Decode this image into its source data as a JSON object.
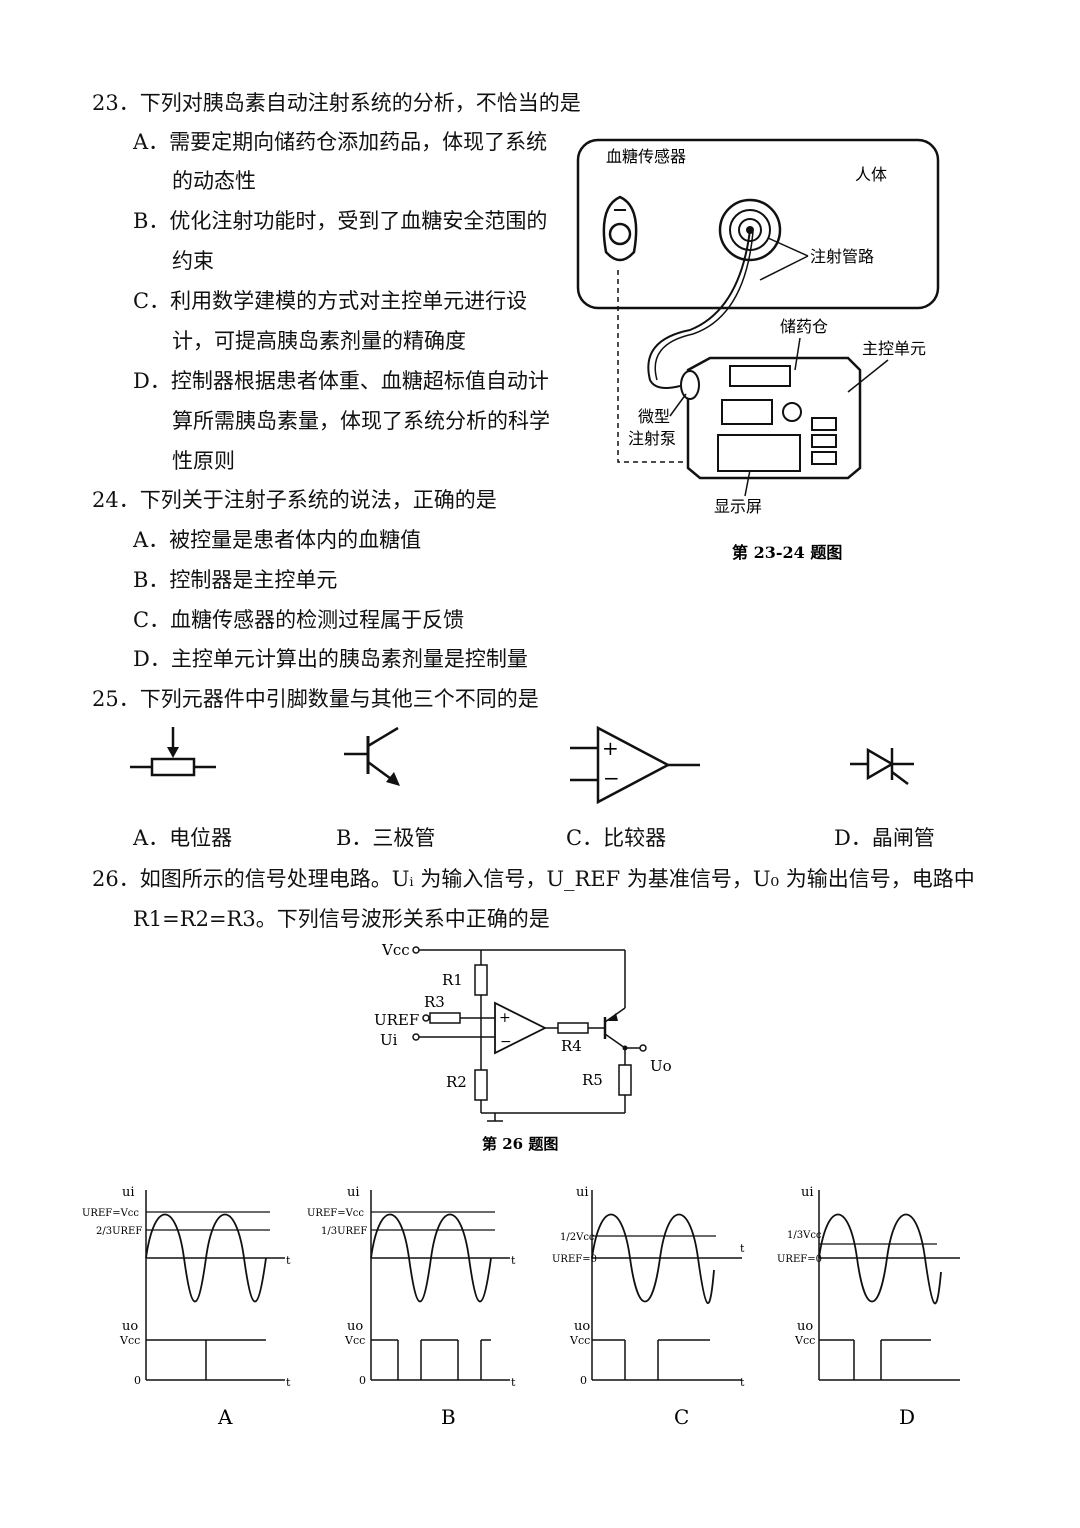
{
  "q23": {
    "stem": "23．下列对胰岛素自动注射系统的分析，不恰当的是",
    "a1": "A．需要定期向储药仓添加药品，体现了系统",
    "a2": "的动态性",
    "b1": "B．优化注射功能时，受到了血糖安全范围的",
    "b2": "约束",
    "c1": "C．利用数学建模的方式对主控单元进行设",
    "c2": "计，可提高胰岛素剂量的精确度",
    "d1": "D．控制器根据患者体重、血糖超标值自动计",
    "d2": "算所需胰岛素量，体现了系统分析的科学",
    "d3": "性原则"
  },
  "q24": {
    "stem": "24．下列关于注射子系统的说法，正确的是",
    "a": "A．被控量是患者体内的血糖值",
    "b": "B．控制器是主控单元",
    "c": "C．血糖传感器的检测过程属于反馈",
    "d": "D．主控单元计算出的胰岛素剂量是控制量"
  },
  "fig2324": {
    "sensor": "血糖传感器",
    "body": "人体",
    "pipe": "注射管路",
    "storage": "储药仓",
    "main_unit": "主控单元",
    "pump1": "微型",
    "pump2": "注射泵",
    "screen": "显示屏",
    "caption": "第 23-24 题图"
  },
  "q25": {
    "stem": "25．下列元器件中引脚数量与其他三个不同的是",
    "a": "A．电位器",
    "b": "B．三极管",
    "c": "C．比较器",
    "d": "D．晶闸管",
    "plus": "+",
    "minus": "−"
  },
  "q26": {
    "stem1": "26．如图所示的信号处理电路。Uᵢ 为输入信号，U_REF 为基准信号，U₀ 为输出信号，电路中",
    "stem2": "R1=R2=R3。下列信号波形关系中正确的是"
  },
  "circuit": {
    "vcc": "Vcc",
    "r1": "R1",
    "r2": "R2",
    "r3": "R3",
    "r4": "R4",
    "r5": "R5",
    "uref": "UREF",
    "ui": "Ui",
    "uo": "Uo",
    "plus": "+",
    "minus": "−",
    "caption": "第 26 题图"
  },
  "waves": {
    "ui": "ui",
    "uo": "uo",
    "vcc": "Vcc",
    "zero": "0",
    "t": "t",
    "a_l1": "UREF=Vcc",
    "a_l2": "2/3UREF",
    "b_l1": "UREF=Vcc",
    "b_l2": "1/3UREF",
    "c_l1": "1/2Vcc",
    "c_l2": "UREF=0",
    "d_l1": "1/3Vcc",
    "d_l2": "UREF=0",
    "label_a": "A",
    "label_b": "B",
    "label_c": "C",
    "label_d": "D"
  }
}
